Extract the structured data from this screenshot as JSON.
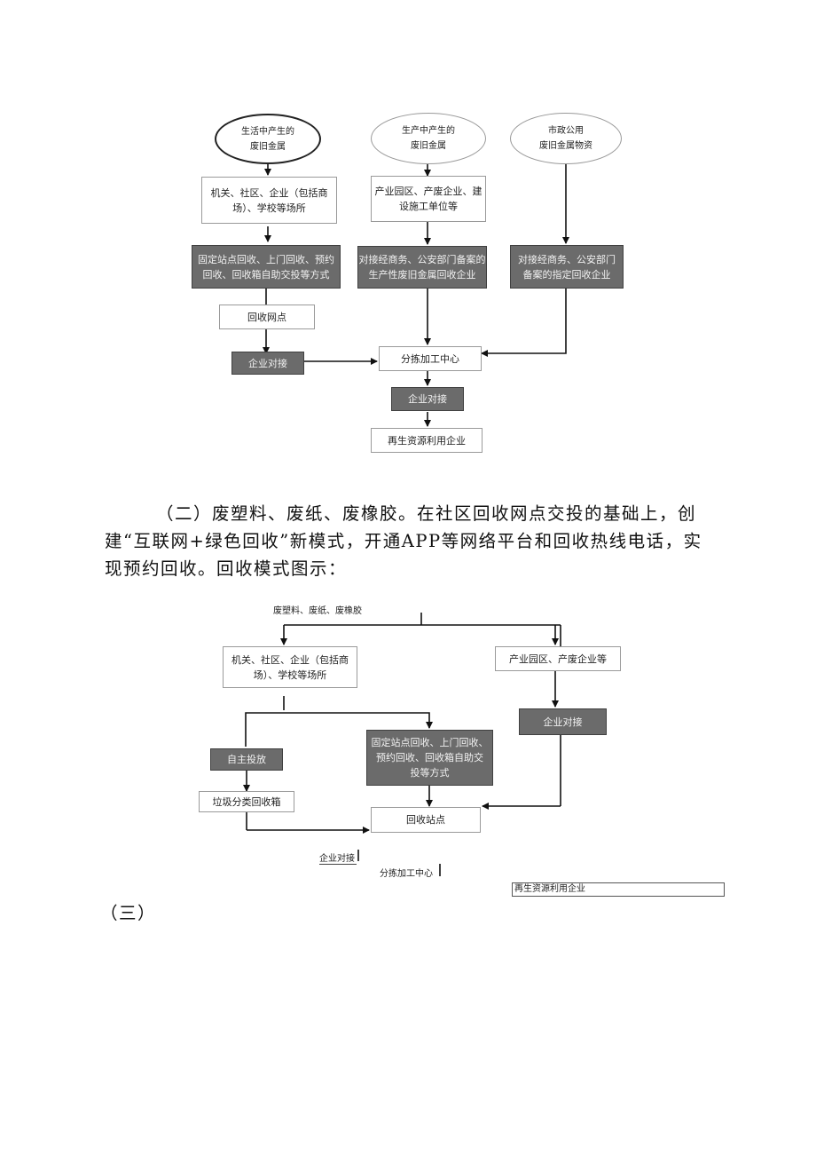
{
  "diagram1": {
    "ellipse1": "生活中产生的\n废旧金属",
    "ellipse2": "生产中产生的\n废旧金属",
    "ellipse3": "市政公用\n废旧金属物资",
    "box_left1": "机关、社区、企业（包括商\n场）、学校等场所",
    "box_mid1": "产业园区、产废企业、建\n设施工单位等",
    "dark_left": "固定站点回收、上门回收、预约\n回收、回收箱自助交投等方式",
    "dark_mid": "对接经商务、公安部门备案的\n生产性废旧金属回收企业",
    "dark_right": "对接经商务、公安部门\n备案的指定回收企业",
    "recycle_point": "回收网点",
    "enterprise_dock_left": "企业对接",
    "sorting_center": "分拣加工中心",
    "enterprise_dock_center": "企业对接",
    "renewable": "再生资源利用企业"
  },
  "paragraph": "（二）废塑料、废纸、废橡胶。在社区回收网点交投的基础上，创建“互联网+绿色回收”新模式，开通APP等网络平台和回收热线电话，实现预约回收。回收模式图示：",
  "diagram2": {
    "top_label": "废塑料、废纸、废橡胶",
    "box_left": "机关、社区、企业（包括商\n场）、学校等场所",
    "box_right": "产业园区、产废企业等",
    "dark_right": "企业对接",
    "dark_left": "自主投放",
    "dark_mid": "固定站点回收、上门回收、\n预约回收、回收箱自助交\n投等方式",
    "sort_box": "垃圾分类回收箱",
    "recycle_station": "回收站点",
    "enterprise_dock": "企业对接",
    "sorting_center": "分拣加工中心",
    "renewable": "再生资源利用企业"
  },
  "section_three": "（三）"
}
